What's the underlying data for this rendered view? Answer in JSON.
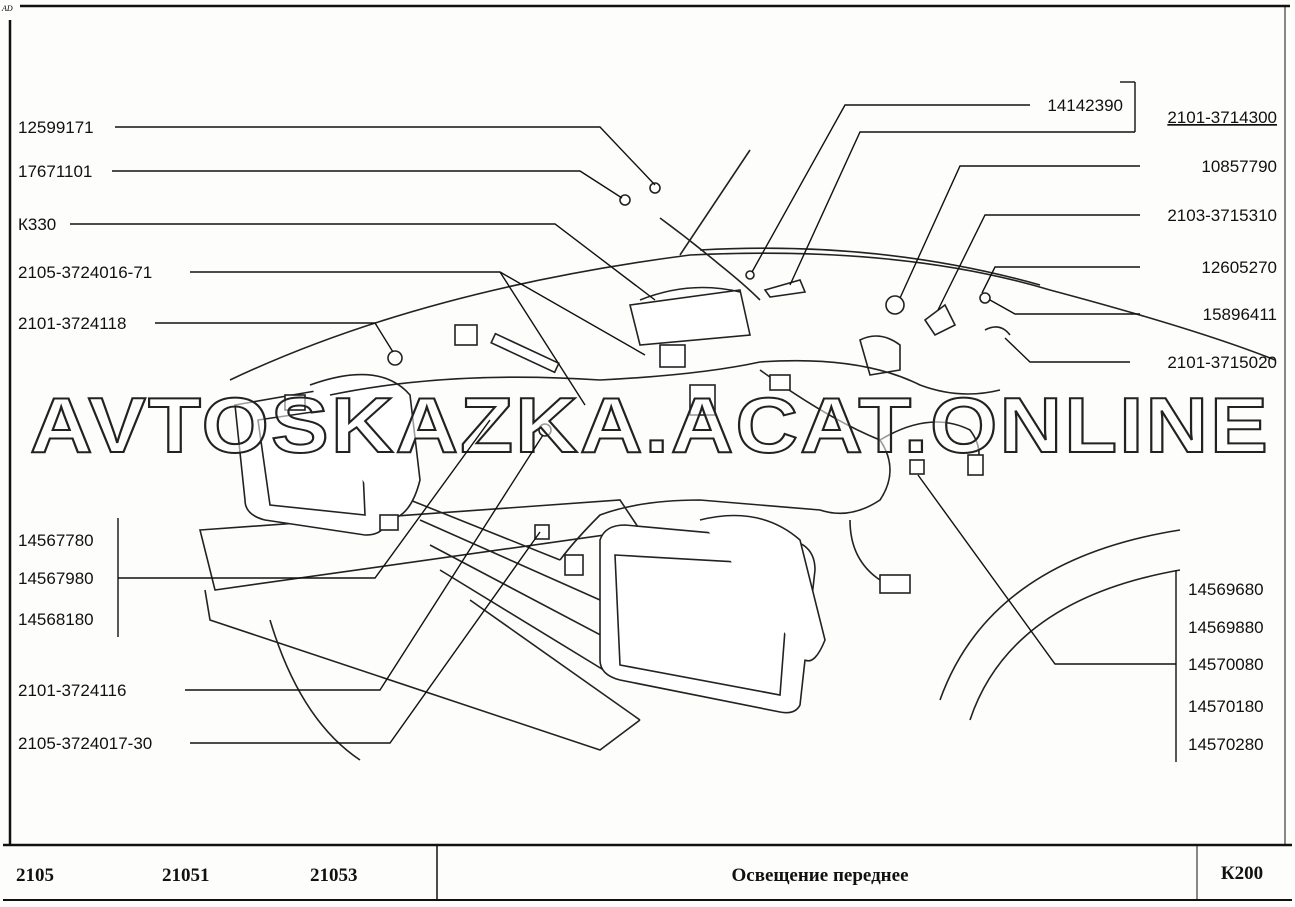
{
  "corner_mark": "AD",
  "watermark": "AVTOSKAZKA.ACAT.ONLINE",
  "left_labels": {
    "p1": "12599171",
    "p2": "17671101",
    "p3": "К330",
    "p4": "2105-3724016-71",
    "p5": "2101-3724118",
    "g1a": "14567780",
    "g1b": "14567980",
    "g1c": "14568180",
    "p6": "2101-3724116",
    "p7": "2105-3724017-30"
  },
  "right_labels": {
    "p1": "14142390",
    "p1_group": "2101-3714300",
    "p2": "10857790",
    "p3": "2103-3715310",
    "p4": "12605270",
    "p5": "15896411",
    "p6": "2101-3715020",
    "g2a": "14569680",
    "g2b": "14569880",
    "g2c": "14570080",
    "g2d": "14570180",
    "g2e": "14570280"
  },
  "footer": {
    "models": [
      "2105",
      "21051",
      "21053"
    ],
    "title": "Освещение переднее",
    "code": "К200"
  }
}
